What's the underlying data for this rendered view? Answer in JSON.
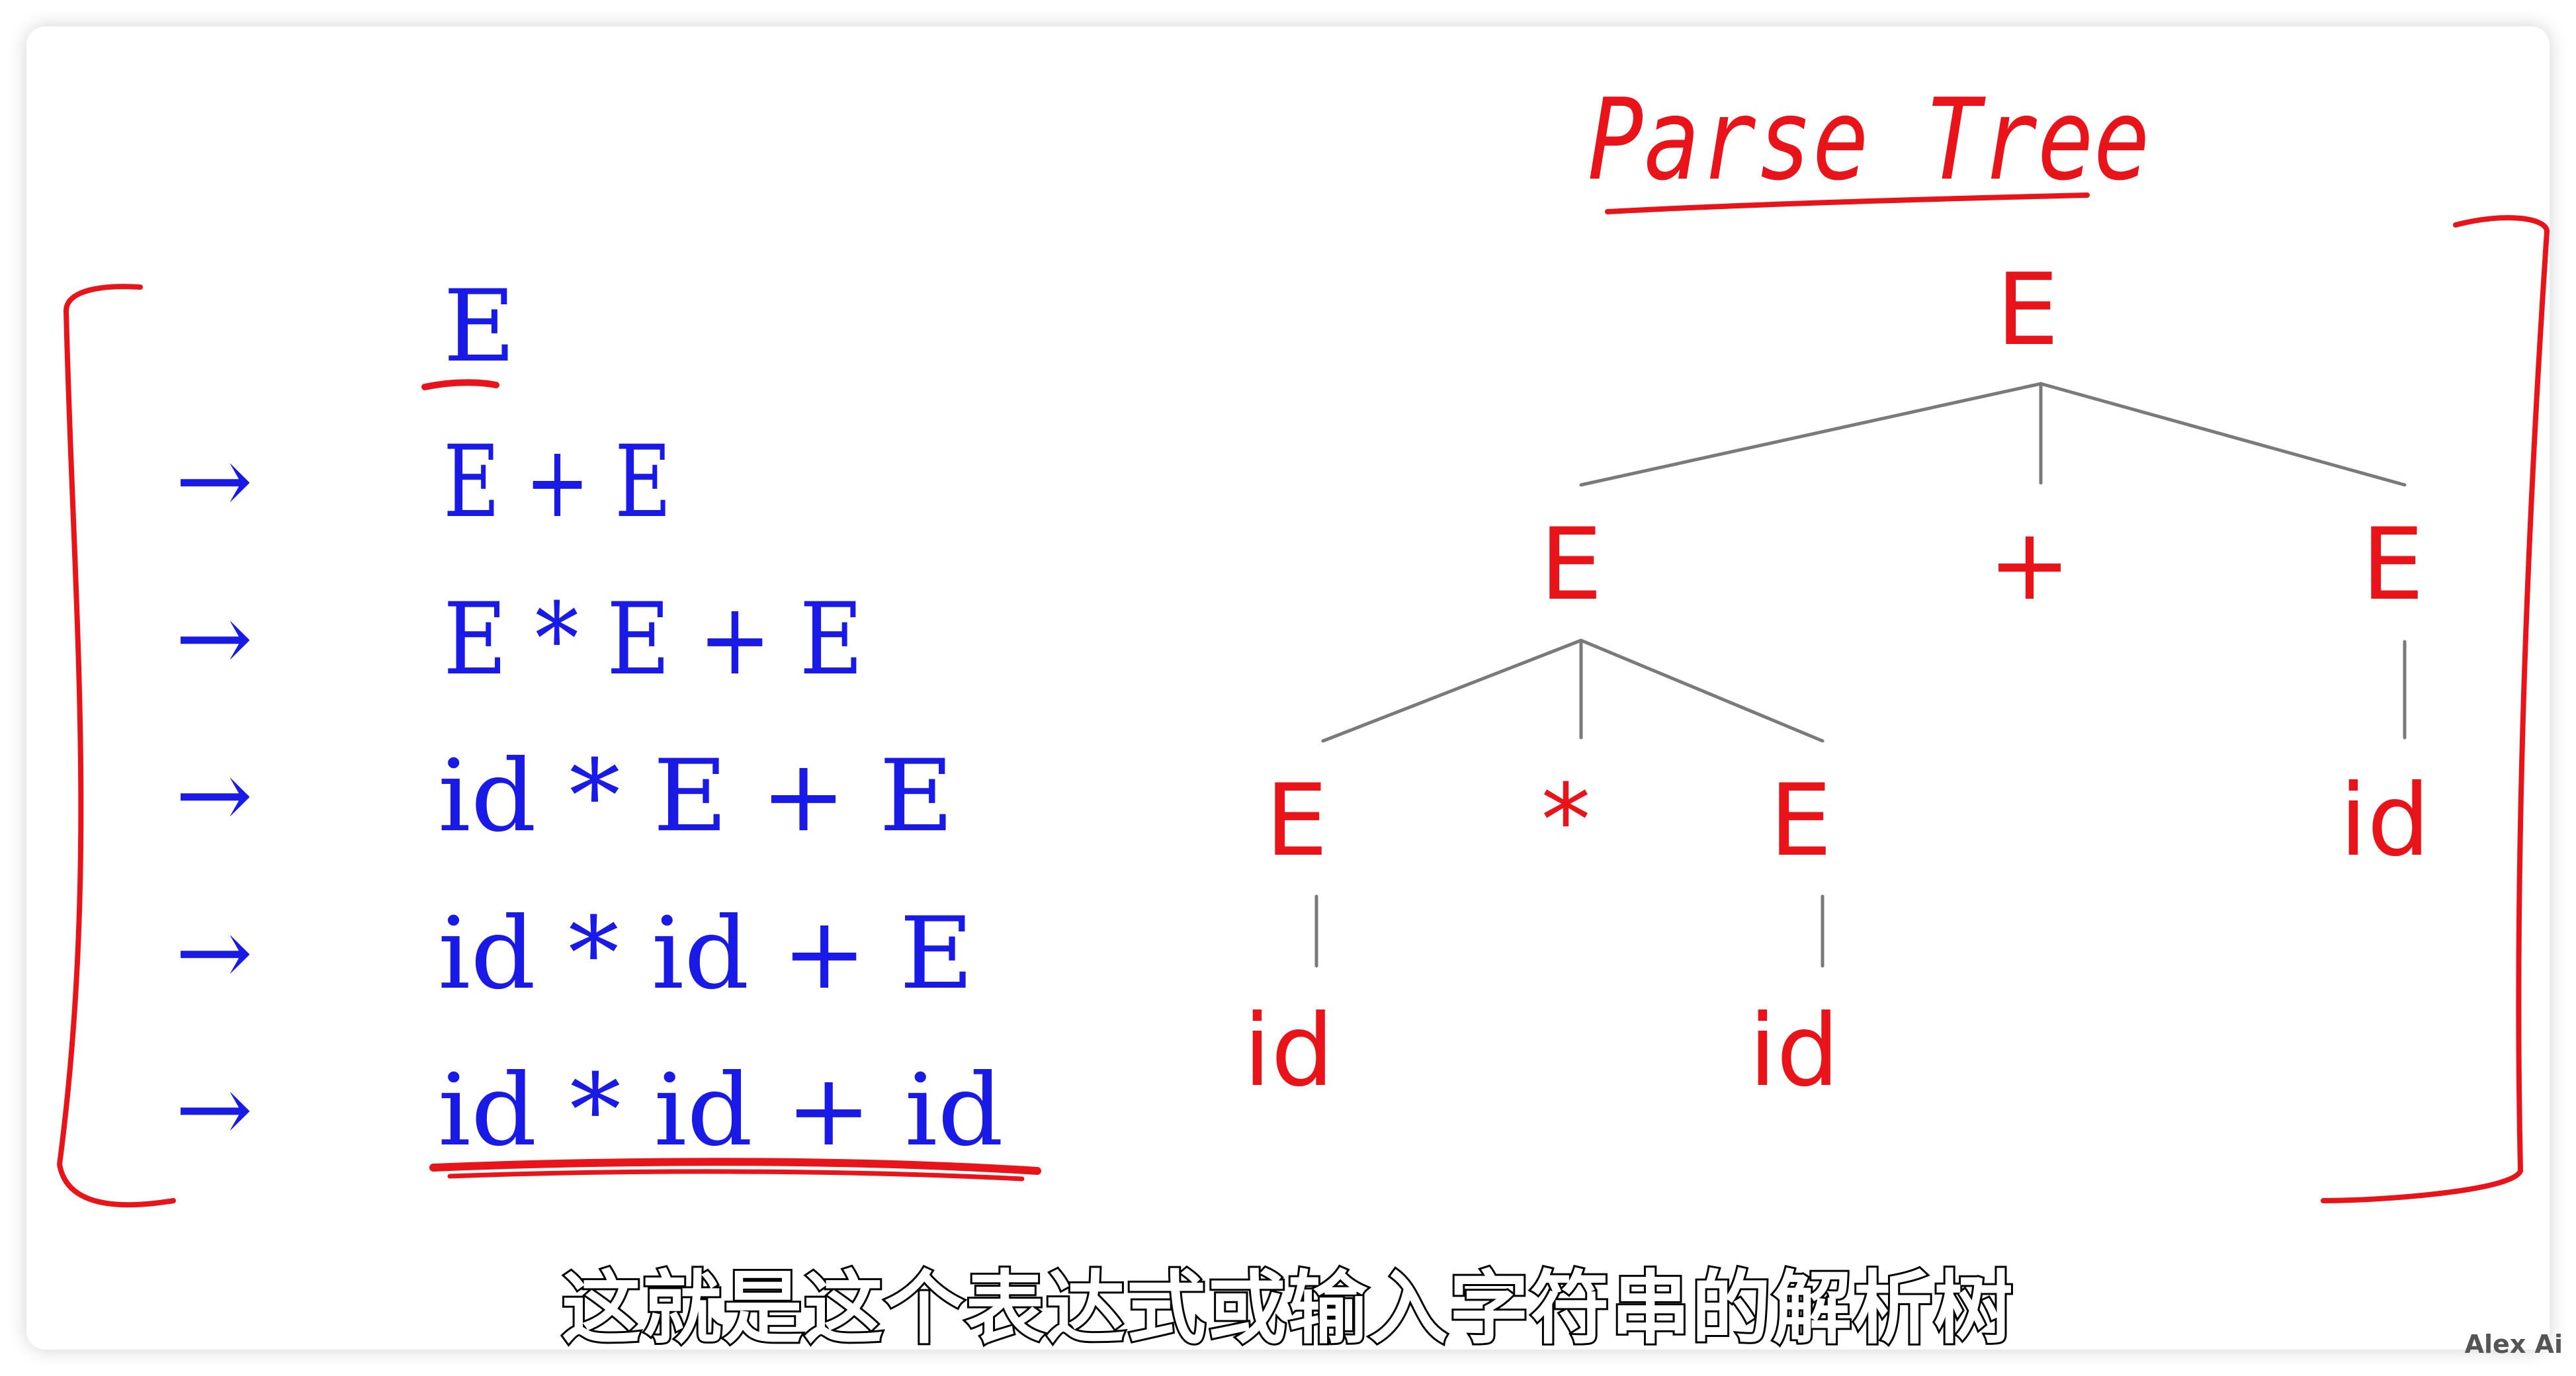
{
  "diagram": {
    "title": "Parse Tree",
    "derivation": {
      "start": "E",
      "arrow": "→",
      "steps": [
        "E + E",
        "E * E + E",
        "id * E + E",
        "id * id + E",
        "id * id + id"
      ]
    },
    "tree": {
      "root": "E",
      "level1": [
        "E",
        "+",
        "E"
      ],
      "level2": [
        "E",
        "*",
        "E",
        "id"
      ],
      "leaves": [
        "id",
        "id"
      ]
    }
  },
  "subtitle": "这就是这个表达式或输入字符串的解析树",
  "watermark": "Alex Ai",
  "colors": {
    "derivation": "#1a1ae6",
    "tree": "#e8141a",
    "annotation": "#e8141a",
    "edge": "#7a7a7a"
  }
}
